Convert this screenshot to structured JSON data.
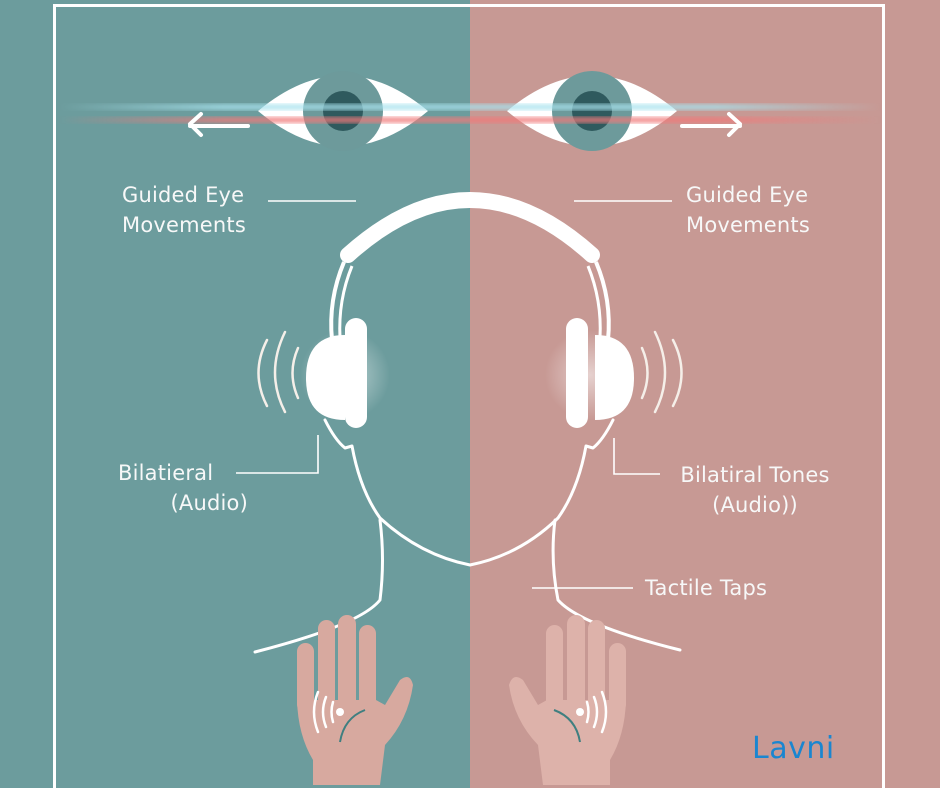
{
  "colors": {
    "left_bg": "#6c9c9d",
    "right_bg": "#c79994",
    "frame": "#ffffff",
    "line_art": "#ffffff",
    "skin_left": "#d7a99f",
    "skin_right": "#ddb2aa",
    "eye_iris": "#6d9a9b",
    "eye_pupil": "#2f5a5e",
    "light_trail_blue": "#a8e3ee",
    "light_trail_red": "#f07a7a",
    "brand": "#1a86d0"
  },
  "labels": {
    "eye_left": {
      "line1": "Guided Eye",
      "line2": "Movements"
    },
    "eye_right": {
      "line1": "Guided Eye",
      "line2": "Movements"
    },
    "audio_left": {
      "line1": "Bilatieral",
      "line2": "(Audio)"
    },
    "audio_right": {
      "line1": "Bilatiral Tones",
      "line2": "(Audio))"
    },
    "tactile": "Tactile Taps"
  },
  "brand": "Lavni",
  "icons": {
    "eye_left": "eye-icon",
    "eye_right": "eye-icon",
    "arrow_left": "arrow-left-icon",
    "arrow_right": "arrow-right-icon",
    "headphones": "headphones-icon",
    "sound_waves_left": "sound-waves-icon",
    "sound_waves_right": "sound-waves-icon",
    "head": "head-outline-icon",
    "hand_left": "hand-icon",
    "hand_right": "hand-icon"
  }
}
